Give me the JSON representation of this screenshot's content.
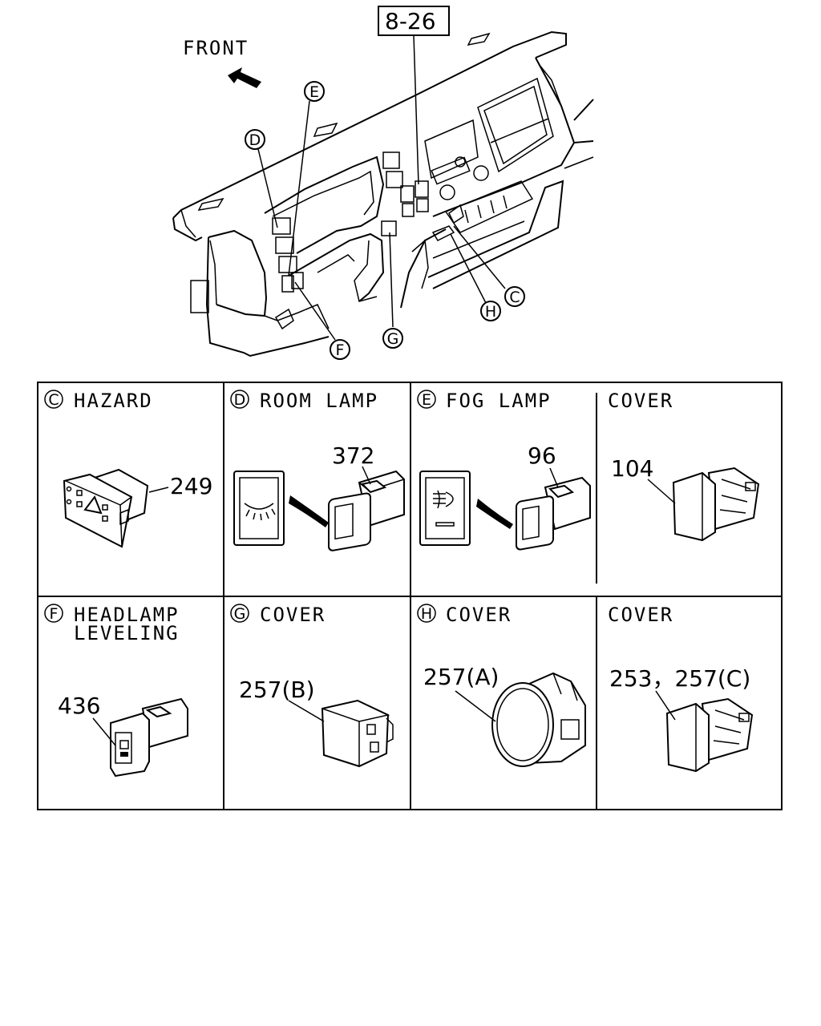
{
  "overview": {
    "front_label": "FRONT",
    "ref_box": "8-26",
    "callouts": [
      "E",
      "D",
      "C",
      "H",
      "G",
      "F"
    ]
  },
  "panels": [
    {
      "letter": "C",
      "title": "HAZARD",
      "part": "249"
    },
    {
      "letter": "D",
      "title": "ROOM LAMP",
      "part": "372"
    },
    {
      "letter": "E",
      "title": "FOG LAMP",
      "part": "96"
    },
    {
      "letter": "",
      "title": "COVER",
      "part": "104"
    },
    {
      "letter": "F",
      "title": "HEADLAMP",
      "title2": "LEVELING",
      "part": "436"
    },
    {
      "letter": "G",
      "title": "COVER",
      "part": "257(B)"
    },
    {
      "letter": "H",
      "title": "COVER",
      "part": "257(A)"
    },
    {
      "letter": "",
      "title": "COVER",
      "part": "253，257(C)"
    }
  ]
}
